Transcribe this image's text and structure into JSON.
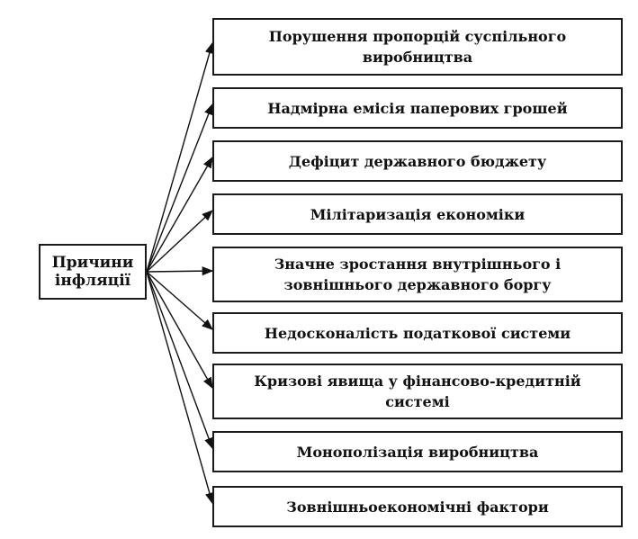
{
  "root": {
    "label": "Причини\nінфляції"
  },
  "causes": [
    {
      "label": "Порушення пропорцій суспільного виробництва"
    },
    {
      "label": "Надмірна емісія паперових грошей"
    },
    {
      "label": "Дефіцит державного бюджету"
    },
    {
      "label": "Мілітаризація економіки"
    },
    {
      "label": "Значне зростання внутрішнього і зовнішнього державного боргу"
    },
    {
      "label": "Недосконалість податкової системи"
    },
    {
      "label": "Кризові явища у фінансово-кредитній системі"
    },
    {
      "label": "Монополізація виробництва"
    },
    {
      "label": "Зовнішньоекономічні фактори"
    }
  ]
}
